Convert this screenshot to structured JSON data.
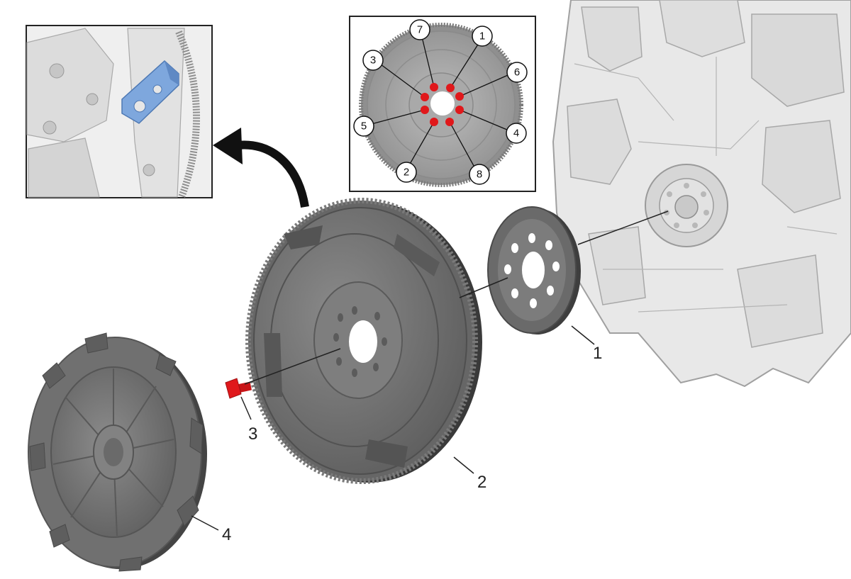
{
  "colors": {
    "part_gray": "#6f6f6f",
    "part_dark": "#4a4a4a",
    "part_light": "#9a9a9a",
    "engine_light": "#e6e6e6",
    "engine_line": "#9c9c9c",
    "bolt_red": "#e0181b",
    "bracket_blue": "#7ea7dd",
    "arrow_black": "#111111"
  },
  "icons": {
    "direction_arrow": "curved-arrow-icon",
    "bolt": "bolt-icon"
  },
  "callouts": {
    "part_1": "1",
    "part_2": "2",
    "part_3": "3",
    "part_4": "4"
  },
  "tightening_sequence": {
    "step_1": "1",
    "step_2": "2",
    "step_3": "3",
    "step_4": "4",
    "step_5": "5",
    "step_6": "6",
    "step_7": "7",
    "step_8": "8"
  }
}
